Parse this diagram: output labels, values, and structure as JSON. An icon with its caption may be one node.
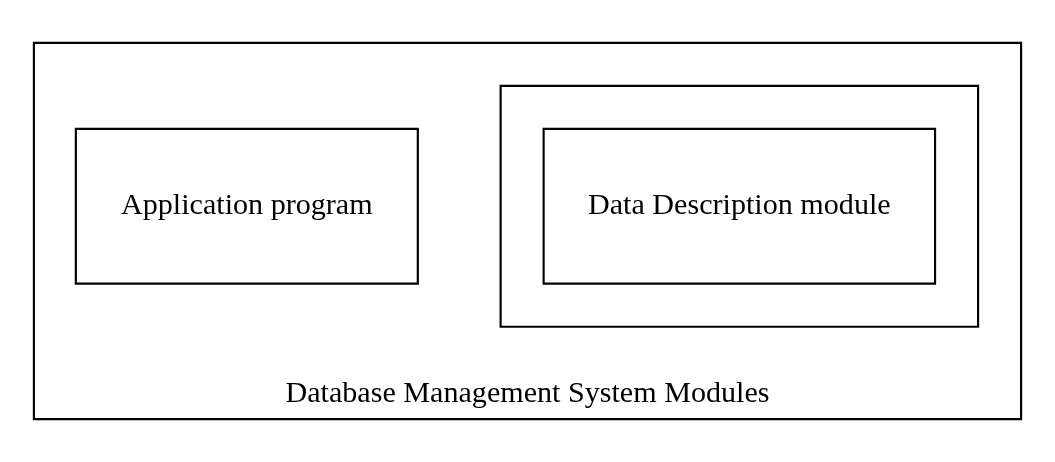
{
  "diagram": {
    "nodes": [
      {
        "text": [
          "Database Management System Modules"
        ]
      },
      {
        "text": [
          "Application program"
        ],
        "in": 0
      },
      {
        "text": [],
        "shape": "box",
        "in": 0
      },
      {
        "text": [
          "Data Description module"
        ],
        "in": 2
      }
    ],
    "edges": []
  }
}
